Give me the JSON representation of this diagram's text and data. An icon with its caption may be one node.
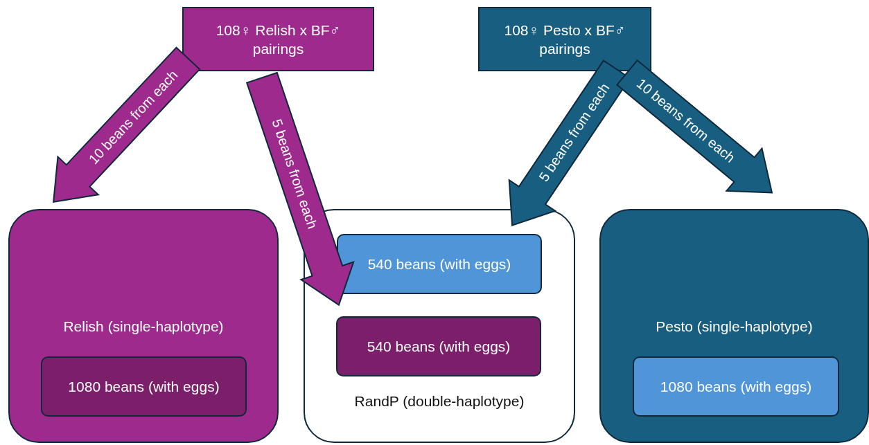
{
  "diagram": {
    "nodes": [
      {
        "text": [
          "108♀ Relish  x BF♂ pairings"
        ]
      },
      {
        "text": [
          "108♀ Pesto x BF♂ pairings"
        ]
      },
      {
        "text": [
          "Relish (single-haplotype)"
        ]
      },
      {
        "text": [
          "1080 beans (with eggs)"
        ],
        "in": 2
      },
      {
        "text": [
          "RandP (double-haplotype)"
        ]
      },
      {
        "text": [
          "540 beans (with eggs)"
        ],
        "in": 4
      },
      {
        "text": [
          "540 beans (with eggs)"
        ],
        "in": 4
      },
      {
        "text": [
          "Pesto (single-haplotype)"
        ]
      },
      {
        "text": [
          "1080 beans (with eggs)"
        ],
        "in": 7
      }
    ],
    "edges": [
      {
        "from": 0,
        "to": 2,
        "arrow": "to",
        "label": "10 beans from each",
        "style": "thick",
        "color": "#9e2a8e"
      },
      {
        "from": 0,
        "to": 4,
        "arrow": "to",
        "label": "5 beans from each",
        "style": "thick",
        "color": "#9e2a8e"
      },
      {
        "from": 1,
        "to": 4,
        "arrow": "to",
        "label": "5 beans from each",
        "style": "thick",
        "color": "#175e80"
      },
      {
        "from": 1,
        "to": 7,
        "arrow": "to",
        "label": "10 beans from each",
        "style": "thick",
        "color": "#175e80"
      }
    ]
  }
}
